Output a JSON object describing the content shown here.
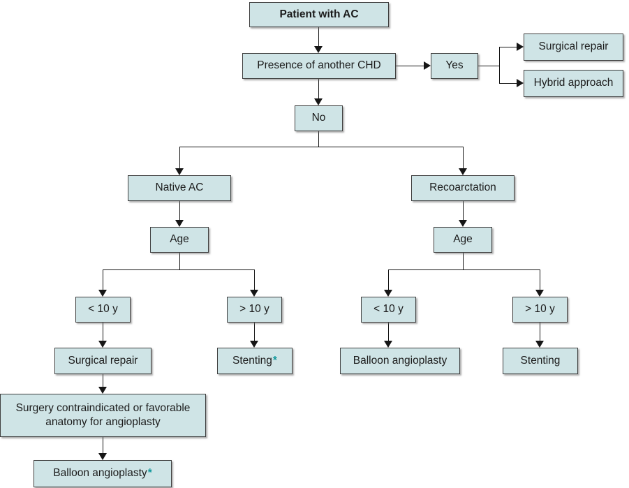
{
  "diagram": {
    "title": "Patient with AC treatment algorithm flowchart",
    "colors": {
      "box_fill": "#cfe4e6",
      "box_border": "#3f3f3f",
      "connector_line": "#161616",
      "asterisk_accent": "#12989c",
      "text": "#1b1b1b",
      "background": "#ffffff"
    },
    "nodes": {
      "patient": {
        "label": "Patient with AC"
      },
      "presence_chd": {
        "label": "Presence of another CHD"
      },
      "yes": {
        "label": "Yes"
      },
      "surgical_repair_top": {
        "label": "Surgical repair"
      },
      "hybrid_approach": {
        "label": "Hybrid approach"
      },
      "no": {
        "label": "No"
      },
      "native_ac": {
        "label": "Native AC"
      },
      "recoarctation": {
        "label": "Recoarctation"
      },
      "age_left": {
        "label": "Age"
      },
      "age_right": {
        "label": "Age"
      },
      "under10_left": {
        "label": "< 10 y"
      },
      "over10_left": {
        "label": "> 10 y"
      },
      "surgical_repair_left": {
        "label": "Surgical repair"
      },
      "stenting_left": {
        "label": "Stenting",
        "asterisk": "*"
      },
      "surgery_contraindicated": {
        "label": "Surgery contraindicated or favorable anatomy for angioplasty"
      },
      "balloon_left": {
        "label": "Balloon angioplasty",
        "asterisk": "*"
      },
      "under10_right": {
        "label": "< 10 y"
      },
      "over10_right": {
        "label": "> 10 y"
      },
      "balloon_right": {
        "label": "Balloon angioplasty"
      },
      "stenting_right": {
        "label": "Stenting"
      }
    }
  }
}
